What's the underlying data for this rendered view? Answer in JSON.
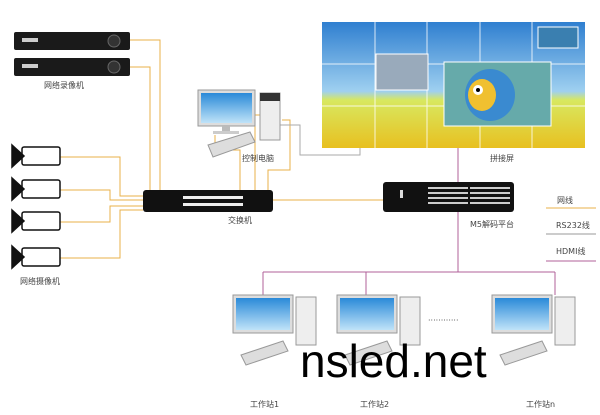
{
  "labels": {
    "nvr": "网络录像机",
    "camera": "网络摄像机",
    "switch": "交换机",
    "control_pc": "控制电脑",
    "video_wall": "拼接屏",
    "decoder": "M5解码平台",
    "ws1": "工作站1",
    "ws2": "工作站2",
    "wsn": "工作站n",
    "dots": "············"
  },
  "legend": [
    {
      "label": "网线",
      "color": "#e8b04a"
    },
    {
      "label": "RS232线",
      "color": "#999999"
    },
    {
      "label": "HDMI线",
      "color": "#b0609a"
    }
  ],
  "watermark": "nsled.net"
}
